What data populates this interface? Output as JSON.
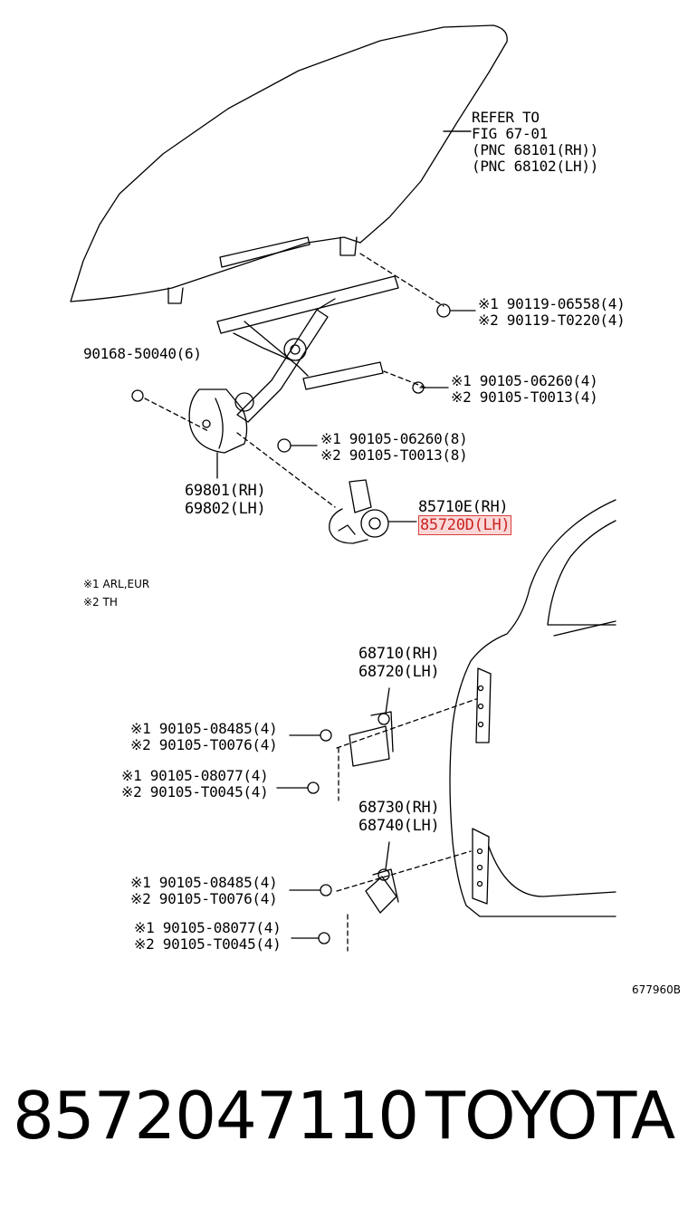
{
  "refer": [
    "REFER TO",
    "FIG 67-01",
    "(PNC 68101(RH))",
    "(PNC 68102(LH))"
  ],
  "bolt_glass": {
    "line1": "※1 90119-06558(4)",
    "line2": "※2 90119-T0220(4)"
  },
  "bolt_left": "90168-50040(6)",
  "bolt_rail": {
    "line1": "※1 90105-06260(4)",
    "line2": "※2 90105-T0013(4)"
  },
  "bolt_mid": {
    "line1": "※1 90105-06260(8)",
    "line2": "※2 90105-T0013(8)"
  },
  "regulator": {
    "rh": "69801(RH)",
    "lh": "69802(LH)"
  },
  "motor": {
    "rh": "85710E(RH)",
    "lh": "85720D(LH)"
  },
  "notes": [
    "※1 ARL,EUR",
    "※2 TH"
  ],
  "hinge_upper": {
    "rh": "68710(RH)",
    "lh": "68720(LH)"
  },
  "hinge_upper_bolts_a": {
    "line1": "※1 90105-08485(4)",
    "line2": "※2 90105-T0076(4)"
  },
  "hinge_upper_bolts_b": {
    "line1": "※1 90105-08077(4)",
    "line2": "※2 90105-T0045(4)"
  },
  "hinge_lower": {
    "rh": "68730(RH)",
    "lh": "68740(LH)"
  },
  "hinge_lower_bolts_a": {
    "line1": "※1 90105-08485(4)",
    "line2": "※2 90105-T0076(4)"
  },
  "hinge_lower_bolts_b": {
    "line1": "※1 90105-08077(4)",
    "line2": "※2 90105-T0045(4)"
  },
  "diagram_code": "677960B",
  "footer": {
    "part_number": "8572047110",
    "brand": "TOYOTA"
  },
  "highlight_color": "#d9413b"
}
